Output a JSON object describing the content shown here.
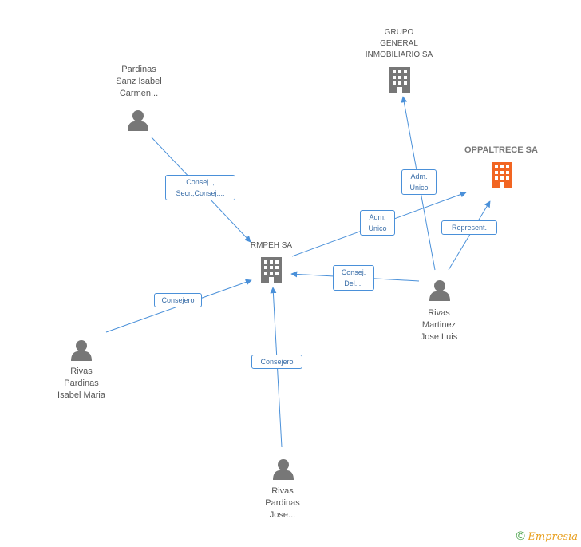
{
  "nodes": {
    "pardinas_sanz": {
      "label": "Pardinas\nSanz Isabel\nCarmen..."
    },
    "grupo_general": {
      "label": "GRUPO\nGENERAL\nINMOBILIARIO SA"
    },
    "oppaltrece": {
      "label": "OPPALTRECE SA"
    },
    "rmpeh": {
      "label": "RMPEH SA"
    },
    "rivas_martinez": {
      "label": "Rivas\nMartinez\nJose Luis"
    },
    "rivas_isabel": {
      "label": "Rivas\nPardinas\nIsabel Maria"
    },
    "rivas_jose": {
      "label": "Rivas\nPardinas\nJose..."
    }
  },
  "edges": {
    "e1": {
      "label": "Consej. ,\nSecr.,Consej...."
    },
    "e2": {
      "label": "Adm.\nUnico"
    },
    "e3": {
      "label": "Adm.\nUnico"
    },
    "e4": {
      "label": "Represent."
    },
    "e5": {
      "label": "Consej.\nDel...."
    },
    "e6": {
      "label": "Consejero"
    },
    "e7": {
      "label": "Consejero"
    }
  },
  "colors": {
    "edge": "#4a90d9",
    "company": "#777777",
    "focus_company": "#f26522",
    "person": "#777777"
  },
  "footer": {
    "copyright": "©",
    "brand": "Empresia"
  }
}
